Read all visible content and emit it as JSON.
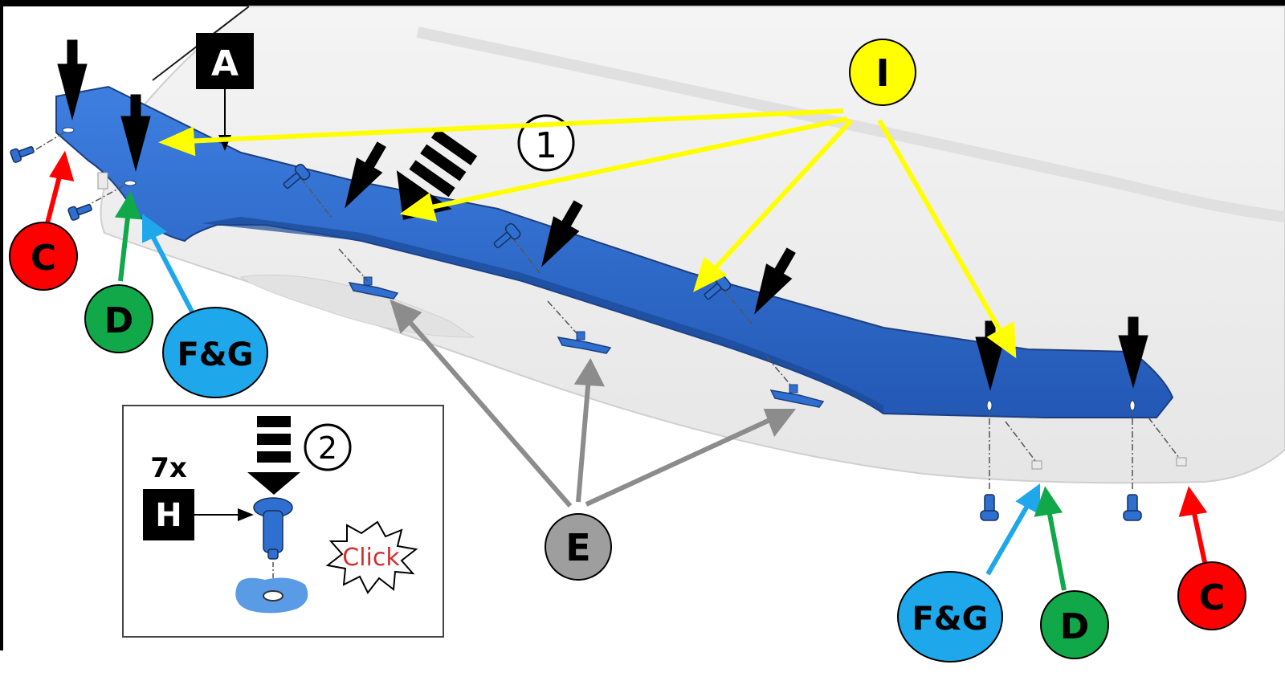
{
  "labels": {
    "A": "A",
    "I": "I",
    "C": "C",
    "D": "D",
    "FG": "F&G",
    "E": "E",
    "H": "H",
    "step1": "1",
    "step2": "2",
    "count": "7x",
    "click": "Click"
  },
  "colors": {
    "deflector": "#2f6fd0",
    "yellow": "#ffff00",
    "red": "#ff0000",
    "green": "#11a84a",
    "blue": "#1ea7ea",
    "gray": "#9e9e9e",
    "gray_arrow": "#8c8c8c",
    "black": "#000000"
  }
}
